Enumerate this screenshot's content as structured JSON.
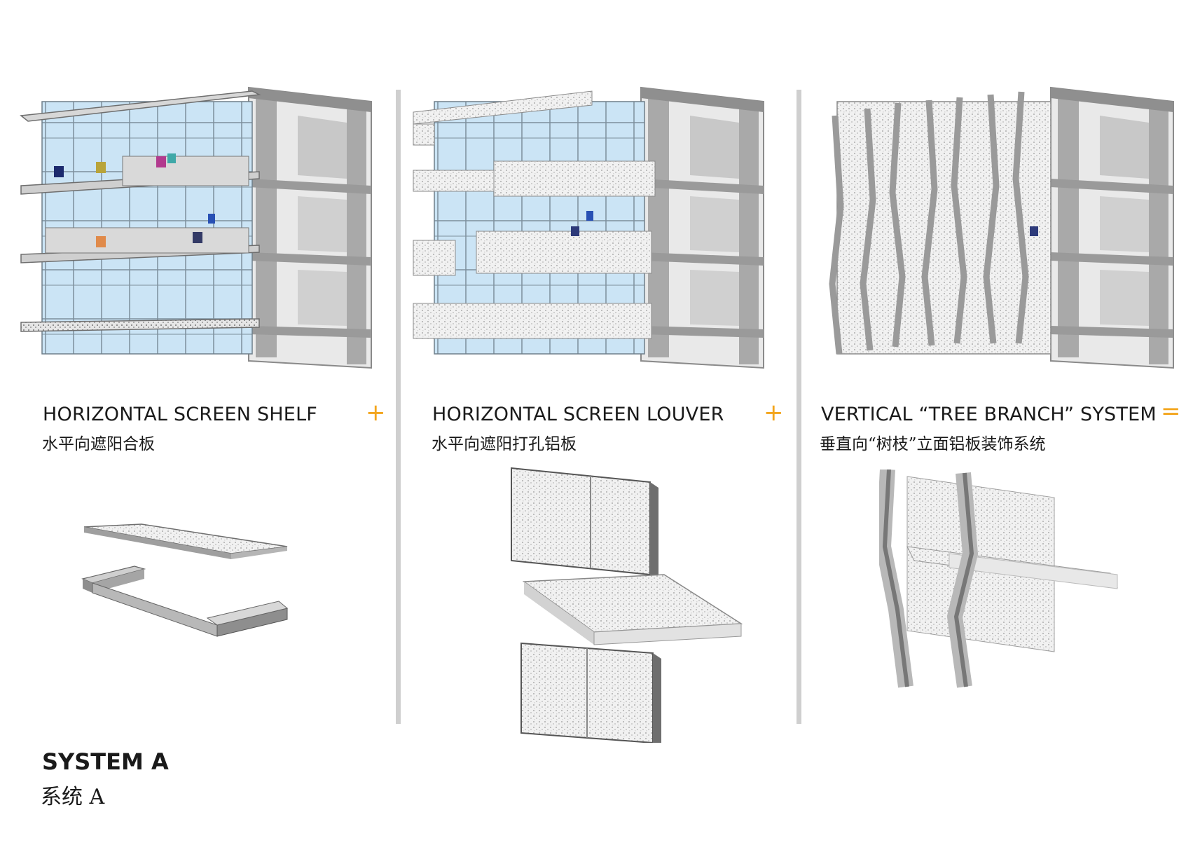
{
  "panels": [
    {
      "title_en": "HORIZONTAL SCREEN SHELF",
      "title_zh": "水平向遮阳合板",
      "operator": "+"
    },
    {
      "title_en": "HORIZONTAL SCREEN LOUVER",
      "title_zh": "水平向遮阳打孔铝板",
      "operator": "+"
    },
    {
      "title_en": "VERTICAL “TREE BRANCH” SYSTEM",
      "title_zh": "垂直向“树枝”立面铝板装饰系统",
      "operator": "="
    }
  ],
  "system": {
    "title_en": "SYSTEM A",
    "title_zh": "系统 A"
  },
  "colors": {
    "operator": "#f3a51c",
    "divider": "#cfcfcf",
    "concrete": "#a9a9a9",
    "glass": "#c9e3f4"
  }
}
